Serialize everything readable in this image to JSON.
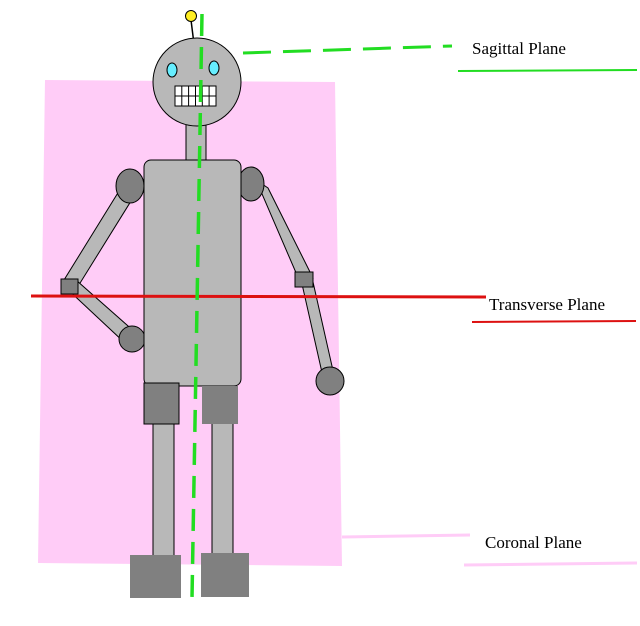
{
  "labels": {
    "sagittal": "Sagittal Plane",
    "transverse": "Transverse Plane",
    "coronal": "Coronal Plane"
  },
  "colors": {
    "sagittal": "#22dd22",
    "transverse": "#dd1111",
    "coronal": "#ffccf7",
    "robot_body": "#b8b8b8",
    "robot_joint": "#808080",
    "robot_eye": "#66eeff",
    "antenna_tip": "#ffee22"
  }
}
